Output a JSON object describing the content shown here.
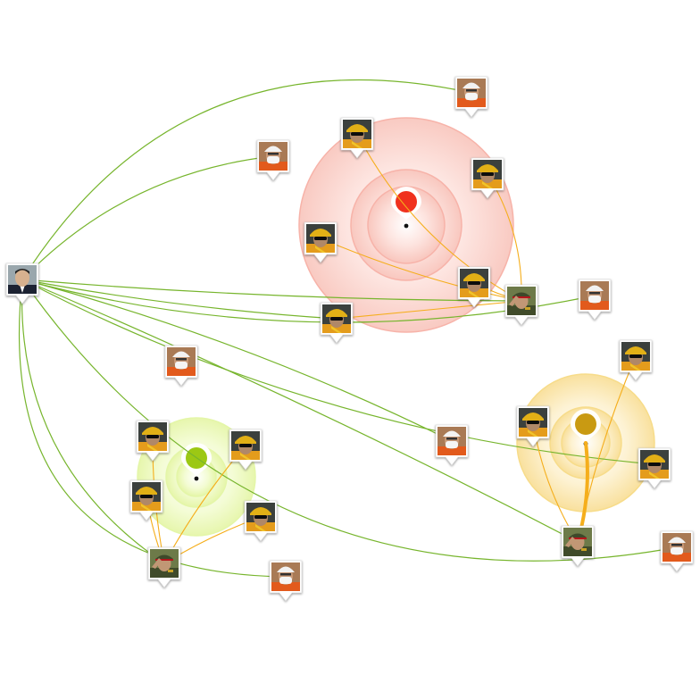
{
  "colors": {
    "background": "#ffffff",
    "link_green": "#77b52d",
    "link_orange": "#f5ae1c",
    "red_cluster": "#f0311e",
    "yellow_cluster": "#c99a12",
    "green_cluster": "#9cc814",
    "marker_border": "#ffffff"
  },
  "clusters": [
    {
      "id": "red",
      "color": "#f0311e",
      "glow": "#f7b3a9"
    },
    {
      "id": "yellow",
      "color": "#c99a12",
      "glow": "#f7dc8a"
    },
    {
      "id": "green",
      "color": "#9cc814",
      "glow": "#e4f6a8"
    }
  ],
  "nodes": [
    {
      "id": "leader",
      "kind": "portrait-official",
      "icon": "person-portrait-icon"
    },
    {
      "id": "n1",
      "kind": "rescuer-mask",
      "icon": "masked-rescuer-icon"
    },
    {
      "id": "n2",
      "kind": "firefighter-helmet",
      "icon": "firefighter-icon"
    },
    {
      "id": "n3",
      "kind": "rescuer-mask",
      "icon": "masked-rescuer-icon"
    },
    {
      "id": "n4",
      "kind": "firefighter-helmet",
      "icon": "firefighter-icon"
    },
    {
      "id": "n5",
      "kind": "firefighter-helmet",
      "icon": "firefighter-icon"
    },
    {
      "id": "n6",
      "kind": "firefighter-helmet",
      "icon": "firefighter-icon"
    },
    {
      "id": "n7",
      "kind": "soldier-salute",
      "icon": "soldier-icon"
    },
    {
      "id": "n8",
      "kind": "firefighter-helmet",
      "icon": "firefighter-icon"
    },
    {
      "id": "n9",
      "kind": "rescuer-mask",
      "icon": "masked-rescuer-icon"
    },
    {
      "id": "n10",
      "kind": "rescuer-mask",
      "icon": "masked-rescuer-icon"
    },
    {
      "id": "n11",
      "kind": "firefighter-helmet",
      "icon": "firefighter-icon"
    },
    {
      "id": "n12",
      "kind": "firefighter-helmet",
      "icon": "firefighter-icon"
    },
    {
      "id": "n13",
      "kind": "rescuer-mask",
      "icon": "masked-rescuer-icon"
    },
    {
      "id": "n14",
      "kind": "firefighter-helmet",
      "icon": "firefighter-icon"
    },
    {
      "id": "n15",
      "kind": "firefighter-helmet",
      "icon": "firefighter-icon"
    },
    {
      "id": "n16",
      "kind": "firefighter-helmet",
      "icon": "firefighter-icon"
    },
    {
      "id": "n17",
      "kind": "firefighter-helmet",
      "icon": "firefighter-icon"
    },
    {
      "id": "n18",
      "kind": "soldier-salute",
      "icon": "soldier-icon"
    },
    {
      "id": "n19",
      "kind": "rescuer-mask",
      "icon": "masked-rescuer-icon"
    },
    {
      "id": "n20",
      "kind": "firefighter-helmet",
      "icon": "firefighter-icon"
    },
    {
      "id": "n21",
      "kind": "soldier-salute",
      "icon": "soldier-icon"
    },
    {
      "id": "n22",
      "kind": "rescuer-mask",
      "icon": "masked-rescuer-icon"
    }
  ],
  "links": [
    {
      "from": "leader",
      "to": "n1",
      "color": "green"
    },
    {
      "from": "leader",
      "to": "n3",
      "color": "green"
    },
    {
      "from": "leader",
      "to": "n7",
      "color": "green"
    },
    {
      "from": "leader",
      "to": "n8",
      "color": "green"
    },
    {
      "from": "leader",
      "to": "n9",
      "color": "green"
    },
    {
      "from": "leader",
      "to": "n13",
      "color": "green"
    },
    {
      "from": "leader",
      "to": "n19",
      "color": "green"
    },
    {
      "from": "leader",
      "to": "n18",
      "color": "green"
    },
    {
      "from": "leader",
      "to": "n21",
      "color": "green"
    },
    {
      "from": "leader",
      "to": "n22",
      "color": "green"
    },
    {
      "from": "leader",
      "to": "n20",
      "color": "green"
    },
    {
      "from": "n2",
      "to": "n7",
      "color": "orange"
    },
    {
      "from": "n4",
      "to": "n7",
      "color": "orange"
    },
    {
      "from": "n5",
      "to": "n7",
      "color": "orange"
    },
    {
      "from": "n6",
      "to": "n7",
      "color": "orange"
    },
    {
      "from": "n8",
      "to": "n7",
      "color": "orange"
    },
    {
      "from": "n14",
      "to": "n18",
      "color": "orange"
    },
    {
      "from": "n15",
      "to": "n18",
      "color": "orange"
    },
    {
      "from": "n16",
      "to": "n18",
      "color": "orange"
    },
    {
      "from": "n17",
      "to": "n18",
      "color": "orange"
    },
    {
      "from": "n11",
      "to": "n21",
      "color": "orange"
    },
    {
      "from": "n12",
      "to": "n21",
      "color": "orange"
    },
    {
      "from": "yellow",
      "to": "n21",
      "color": "orange"
    }
  ]
}
